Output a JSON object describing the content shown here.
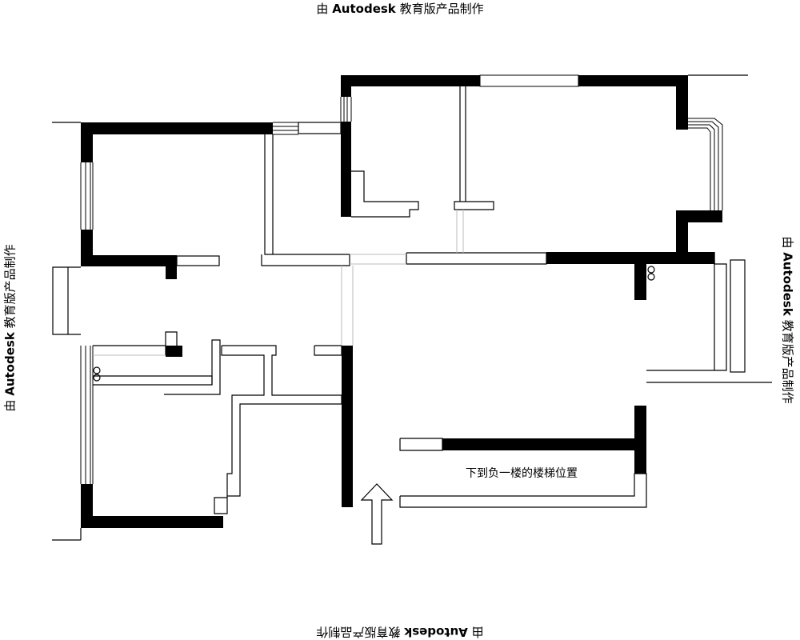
{
  "watermark": {
    "prefix": "由",
    "brand": "Autodesk",
    "suffix": "教育版产品制作"
  },
  "annotations": {
    "stair_label": "下到负一楼的楼梯位置"
  },
  "colors": {
    "wall": "#000000",
    "line": "#000000",
    "background": "#ffffff",
    "guide": "#bbbbbb"
  }
}
